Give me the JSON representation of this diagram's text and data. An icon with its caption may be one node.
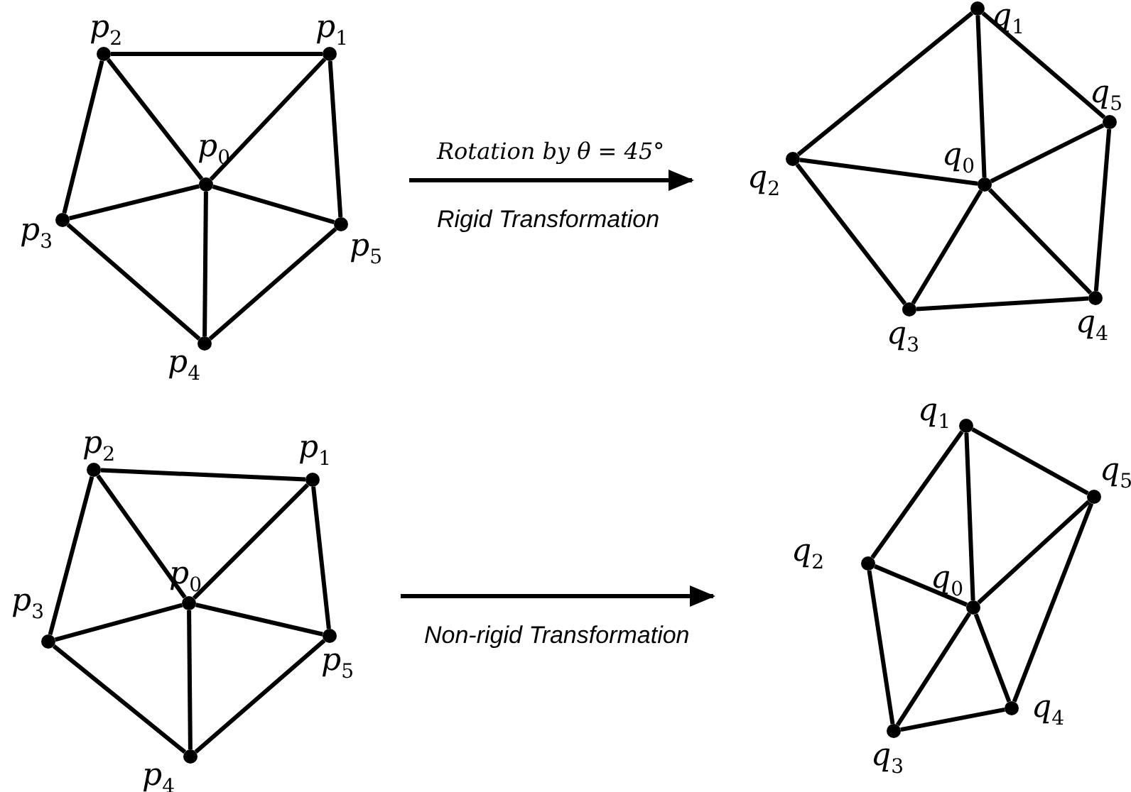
{
  "diagram": {
    "nodes": [
      {
        "text": [],
        "shape": "picture"
      },
      {
        "text": [
          "p$_{0}$"
        ],
        "in": 0
      },
      {
        "text": [
          "p$_{1}$"
        ],
        "in": 0
      },
      {
        "text": [
          "p$_{2}$"
        ],
        "in": 0
      },
      {
        "text": [
          "p$_{3}$"
        ],
        "in": 0
      },
      {
        "text": [
          "p$_{4}$"
        ],
        "in": 0
      },
      {
        "text": [
          "p$_{5}$"
        ],
        "in": 0
      },
      {
        "text": [],
        "shape": "picture"
      },
      {
        "text": [
          "q$_{0}$"
        ],
        "in": 7
      },
      {
        "text": [
          "q$_{1}$"
        ],
        "in": 7
      },
      {
        "text": [
          "q$_{2}$"
        ],
        "in": 7
      },
      {
        "text": [
          "q$_{3}$"
        ],
        "in": 7
      },
      {
        "text": [
          "q$_{4}$"
        ],
        "in": 7
      },
      {
        "text": [
          "q$_{5}$"
        ],
        "in": 7
      },
      {
        "text": [],
        "shape": "picture"
      },
      {
        "text": [
          "p$_{0}$"
        ],
        "in": 14
      },
      {
        "text": [
          "p$_{1}$"
        ],
        "in": 14
      },
      {
        "text": [
          "p$_{2}$"
        ],
        "in": 14
      },
      {
        "text": [
          "p$_{3}$"
        ],
        "in": 14
      },
      {
        "text": [
          "p$_{4}$"
        ],
        "in": 14
      },
      {
        "text": [
          "p$_{5}$"
        ],
        "in": 14
      },
      {
        "text": [],
        "shape": "picture"
      },
      {
        "text": [
          "q$_{0}$"
        ],
        "in": 21
      },
      {
        "text": [
          "q$_{1}$"
        ],
        "in": 21
      },
      {
        "text": [
          "q$_{2}$"
        ],
        "in": 21
      },
      {
        "text": [
          "q$_{3}$"
        ],
        "in": 21
      },
      {
        "text": [
          "q$_{4}$"
        ],
        "in": 21
      },
      {
        "text": [
          "q$_{5}$"
        ],
        "in": 21
      }
    ],
    "edges": [
      {
        "from": 1,
        "to": 2,
        "arrow": "none"
      },
      {
        "from": 1,
        "to": 3,
        "arrow": "none"
      },
      {
        "from": 1,
        "to": 4,
        "arrow": "none"
      },
      {
        "from": 1,
        "to": 5,
        "arrow": "none"
      },
      {
        "from": 1,
        "to": 6,
        "arrow": "none"
      },
      {
        "from": 2,
        "to": 3,
        "arrow": "none"
      },
      {
        "from": 3,
        "to": 4,
        "arrow": "none"
      },
      {
        "from": 4,
        "to": 5,
        "arrow": "none"
      },
      {
        "from": 5,
        "to": 6,
        "arrow": "none"
      },
      {
        "from": 6,
        "to": 2,
        "arrow": "none"
      },
      {
        "from": 8,
        "to": 9,
        "arrow": "none"
      },
      {
        "from": 8,
        "to": 10,
        "arrow": "none"
      },
      {
        "from": 8,
        "to": 11,
        "arrow": "none"
      },
      {
        "from": 8,
        "to": 12,
        "arrow": "none"
      },
      {
        "from": 8,
        "to": 13,
        "arrow": "none"
      },
      {
        "from": 9,
        "to": 10,
        "arrow": "none"
      },
      {
        "from": 10,
        "to": 11,
        "arrow": "none"
      },
      {
        "from": 11,
        "to": 12,
        "arrow": "none"
      },
      {
        "from": 12,
        "to": 13,
        "arrow": "none"
      },
      {
        "from": 13,
        "to": 9,
        "arrow": "none"
      },
      {
        "from": 15,
        "to": 16,
        "arrow": "none"
      },
      {
        "from": 15,
        "to": 17,
        "arrow": "none"
      },
      {
        "from": 15,
        "to": 18,
        "arrow": "none"
      },
      {
        "from": 15,
        "to": 19,
        "arrow": "none"
      },
      {
        "from": 15,
        "to": 20,
        "arrow": "none"
      },
      {
        "from": 16,
        "to": 17,
        "arrow": "none"
      },
      {
        "from": 17,
        "to": 18,
        "arrow": "none"
      },
      {
        "from": 18,
        "to": 19,
        "arrow": "none"
      },
      {
        "from": 19,
        "to": 20,
        "arrow": "none"
      },
      {
        "from": 20,
        "to": 16,
        "arrow": "none"
      },
      {
        "from": 22,
        "to": 23,
        "arrow": "none"
      },
      {
        "from": 22,
        "to": 24,
        "arrow": "none"
      },
      {
        "from": 22,
        "to": 25,
        "arrow": "none"
      },
      {
        "from": 22,
        "to": 26,
        "arrow": "none"
      },
      {
        "from": 22,
        "to": 27,
        "arrow": "none"
      },
      {
        "from": 23,
        "to": 24,
        "arrow": "none"
      },
      {
        "from": 24,
        "to": 25,
        "arrow": "none"
      },
      {
        "from": 25,
        "to": 26,
        "arrow": "none"
      },
      {
        "from": 26,
        "to": 27,
        "arrow": "none"
      },
      {
        "from": 27,
        "to": 23,
        "arrow": "none"
      },
      {
        "from": 0,
        "to": 7,
        "arrow": "to",
        "label": "Rotation by θ = 45°"
      },
      {
        "from": 14,
        "to": 21,
        "arrow": "to",
        "label": "Non-rigid Transformation"
      }
    ],
    "labels": [
      "Rigid Transformation"
    ]
  }
}
